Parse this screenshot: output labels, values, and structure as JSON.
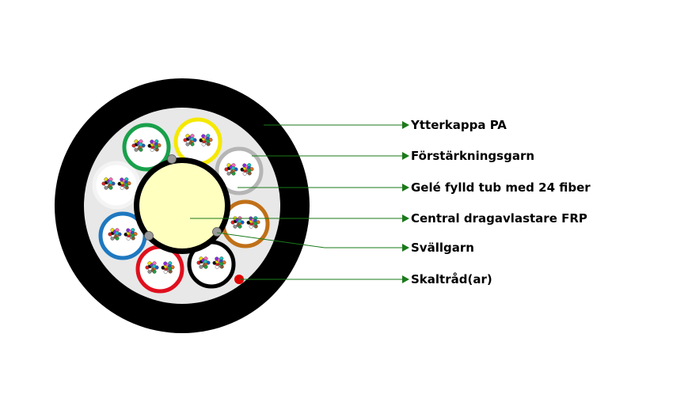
{
  "colors": {
    "jacket": "#000000",
    "yarn_fill": "#e8e8e8",
    "central_member": "#ffffc0",
    "leader_line": "#1a7a1a",
    "arrow_head": "#1a7a1a",
    "ripcord": "#e00000",
    "swelling_yarn": "#9a9a9a"
  },
  "tube_colors": {
    "green": "#19a04b",
    "yellow": "#f5e800",
    "gray": "#b5b5b5",
    "brown": "#c07018",
    "black": "#000000",
    "red": "#e00f1e",
    "blue": "#1e78c0",
    "white": "#f4f4f4"
  },
  "fiber_colors": [
    "#1e5ac8",
    "#e07020",
    "#20a040",
    "#8a5a30",
    "#909090",
    "#ffffff",
    "#e02020",
    "#111111",
    "#f0e000",
    "#8a2be2",
    "#ff69b4",
    "#20c0c0"
  ],
  "labels": [
    {
      "id": "outer-jacket",
      "text": "Ytterkappa PA"
    },
    {
      "id": "strength-yarn",
      "text": "Förstärkningsgarn"
    },
    {
      "id": "gel-tube",
      "text": "Gelé fylld tub med 24 fiber"
    },
    {
      "id": "central-strength-member",
      "text": "Central dragavlastare FRP"
    },
    {
      "id": "swelling-yarn",
      "text": "Svällgarn"
    },
    {
      "id": "ripcord",
      "text": "Skaltråd(ar)"
    }
  ]
}
